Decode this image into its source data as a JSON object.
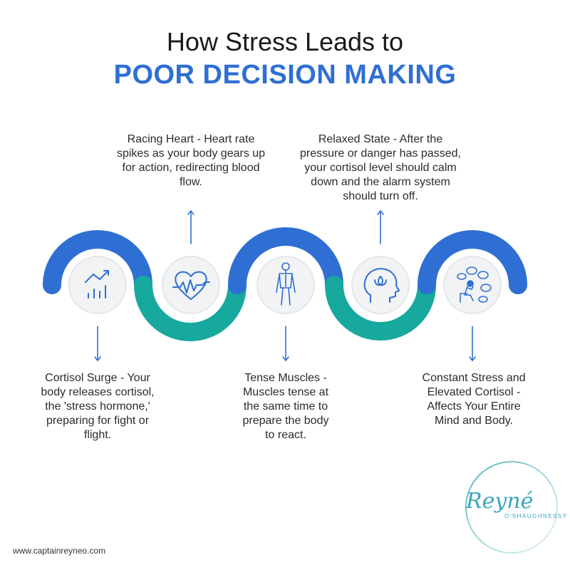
{
  "title": {
    "line1": "How Stress Leads to",
    "line2": "POOR DECISION MAKING"
  },
  "colors": {
    "blue": "#2f6fd3",
    "teal": "#17a89e",
    "text": "#2b2b2b"
  },
  "steps": [
    {
      "icon": "rising-chart-icon",
      "lines": [
        "Cortisol Surge - Your",
        "body releases cortisol,",
        "the 'stress hormone,'",
        "preparing for fight or",
        "flight."
      ]
    },
    {
      "icon": "heart-pulse-icon",
      "lines": [
        "Racing Heart - Heart rate",
        "spikes as your body gears up",
        "for action, redirecting blood",
        "flow."
      ]
    },
    {
      "icon": "human-body-icon",
      "lines": [
        "Tense Muscles -",
        "Muscles tense at",
        "the same time to",
        "prepare the body",
        "to react."
      ]
    },
    {
      "icon": "mind-lotus-icon",
      "lines": [
        "Relaxed State - After the",
        "pressure or danger has passed,",
        "your cortisol level should calm",
        "down and the alarm system",
        "should turn off."
      ]
    },
    {
      "icon": "stressed-person-thoughts-icon",
      "lines": [
        "Constant Stress and",
        "Elevated Cortisol -",
        "Affects Your Entire",
        "Mind and Body."
      ]
    }
  ],
  "footer": {
    "website": "www.captainreyneo.com"
  },
  "logo": {
    "name": "Reyné",
    "subtitle": "O'SHAUGHNESSY"
  }
}
